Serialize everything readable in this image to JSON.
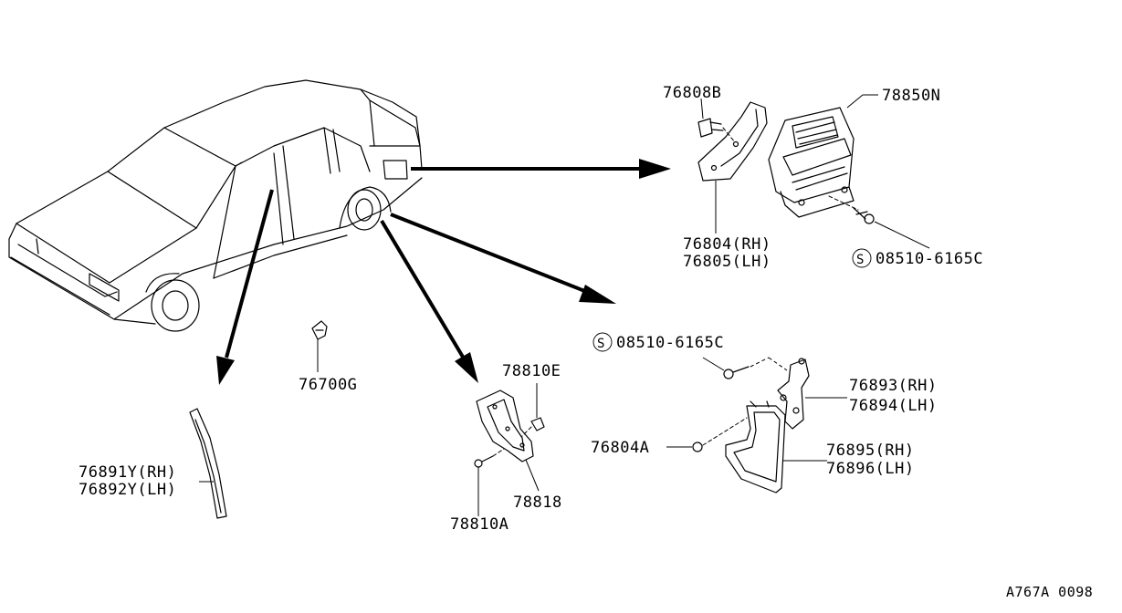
{
  "labels": {
    "p76808B": "76808B",
    "p78850N": "78850N",
    "p76804": "76804(RH)",
    "p76805": "76805(LH)",
    "screw1": "08510-6165C",
    "screw2": "08510-6165C",
    "screw_symbol": "S",
    "p76700G": "76700G",
    "p78810E": "78810E",
    "p78818": "78818",
    "p78810A": "78810A",
    "p76893": "76893(RH)",
    "p76894": "76894(LH)",
    "p76804A": "76804A",
    "p76895": "76895(RH)",
    "p76896": "76896(LH)",
    "p76891Y": "76891Y(RH)",
    "p76892Y": "76892Y(LH)",
    "code": "A767A 0098"
  }
}
